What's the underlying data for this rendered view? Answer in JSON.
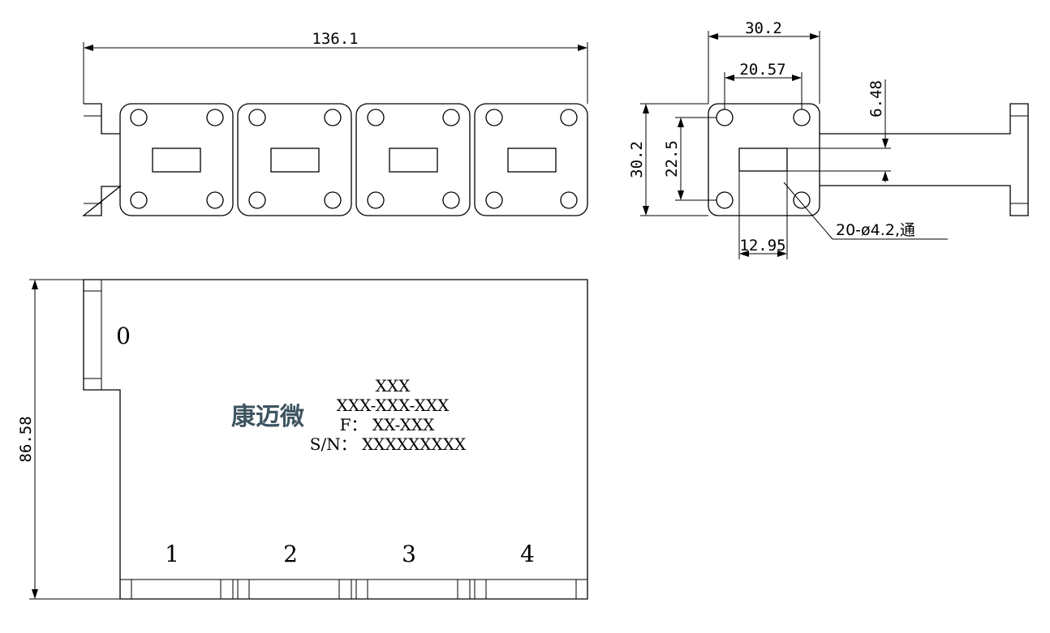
{
  "dimensions": {
    "overall_length": "136.1",
    "flange_width": "30.2",
    "hole_spacing_x": "20.57",
    "flange_height": "30.2",
    "hole_spacing_y": "22.5",
    "slot_height": "6.48",
    "slot_width": "12.95",
    "total_height": "86.58"
  },
  "hole_note": "20-ø4.2,通",
  "ports": [
    "0",
    "1",
    "2",
    "3",
    "4"
  ],
  "label": {
    "brand": "康迈微",
    "line1": "XXX",
    "line2": "XXX-XXX-XXX",
    "line3": "F： XX-XXX",
    "line4": "S/N： XXXXXXXXX"
  }
}
